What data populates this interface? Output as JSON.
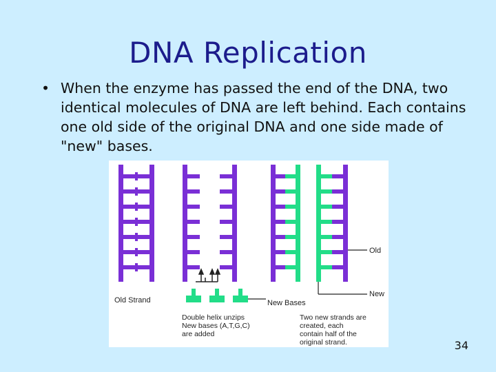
{
  "slide": {
    "title": "DNA Replication",
    "bullet_marker": "•",
    "bullet_text": "When the enzyme has passed the end of the DNA, two identical molecules of DNA are left behind. Each contains one old side of the original DNA and one side made of \"new\" bases.",
    "page_number": "34"
  },
  "figure": {
    "label_old_strand": "Old Strand",
    "label_new_bases": "New Bases",
    "label_old": "Old",
    "label_new": "New",
    "caption_left": [
      "Double helix unzips",
      "New bases (A,T,G,C)",
      "are added"
    ],
    "caption_right": [
      "Two new strands are",
      "created, each",
      "contain half of the",
      "original strand."
    ],
    "colors": {
      "old": "#7a2fd6",
      "new": "#22dd88",
      "text": "#222222"
    }
  }
}
